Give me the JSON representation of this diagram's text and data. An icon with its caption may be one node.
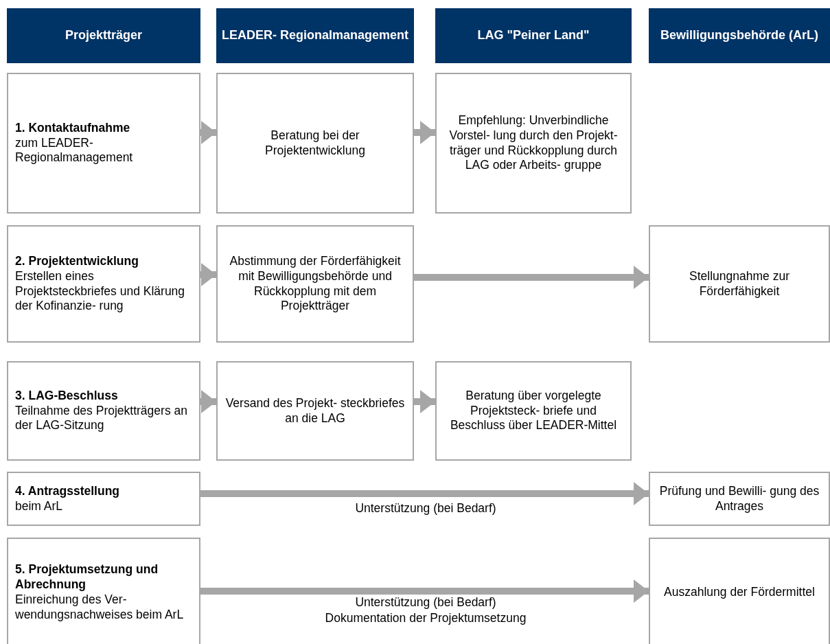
{
  "diagram": {
    "nodes": [
      {
        "text": [
          "Projektträger"
        ]
      },
      {
        "text": [
          "LEADER- Regionalmanagement"
        ]
      },
      {
        "text": [
          "LAG \"Peiner Land\""
        ]
      },
      {
        "text": [
          "Bewilligungsbehörde (ArL)"
        ]
      },
      {
        "text": [
          "1. Kontaktaufnahme",
          "zum LEADER- Regionalmanagement"
        ]
      },
      {
        "text": [
          "Beratung bei der Projektentwicklung"
        ]
      },
      {
        "text": [
          "Empfehlung: Unverbindliche Vorstel- lung durch den Projekt- träger und Rückkopplung durch LAG oder Arbeits- gruppe"
        ]
      },
      {
        "text": [
          "2. Projektentwicklung",
          "Erstellen eines Projektsteckbriefes und Klärung der Kofinanzie- rung"
        ]
      },
      {
        "text": [
          "Abstimmung der Förderfähigkeit mit Bewilligungsbehörde und Rückkopplung mit dem Projektträger"
        ]
      },
      {
        "text": [
          "Stellungnahme zur Förderfähigkeit"
        ]
      },
      {
        "text": [
          "3. LAG-Beschluss",
          "Teilnahme des Projektträgers an der LAG-Sitzung"
        ]
      },
      {
        "text": [
          "Versand des Projekt- steckbriefes an die LAG"
        ]
      },
      {
        "text": [
          "Beratung über vorgelegte Projektsteck- briefe und Beschluss über LEADER-Mittel"
        ]
      },
      {
        "text": [
          "4. Antragsstellung",
          "beim ArL"
        ]
      },
      {
        "text": [
          "Prüfung und Bewilli- gung des Antrages"
        ]
      },
      {
        "text": [
          "5. Projektumsetzung und Abrechnung",
          "Einreichung des Ver- wendungsnachweises beim ArL"
        ]
      },
      {
        "text": [
          "Auszahlung der Fördermittel"
        ]
      }
    ],
    "edges": [
      {
        "from": 4,
        "to": 5,
        "arrow": "to"
      },
      {
        "from": 5,
        "to": 6,
        "arrow": "to"
      },
      {
        "from": 7,
        "to": 8,
        "arrow": "to"
      },
      {
        "from": 8,
        "to": 9,
        "arrow": "to"
      },
      {
        "from": 10,
        "to": 11,
        "arrow": "to"
      },
      {
        "from": 11,
        "to": 12,
        "arrow": "to"
      },
      {
        "from": 13,
        "to": 14,
        "arrow": "to",
        "label": "Unterstützung (bei Bedarf)"
      },
      {
        "from": 15,
        "to": 16,
        "arrow": "to",
        "label": "Unterstützung (bei Bedarf) Dokumentation der Projektumsetzung"
      }
    ]
  }
}
